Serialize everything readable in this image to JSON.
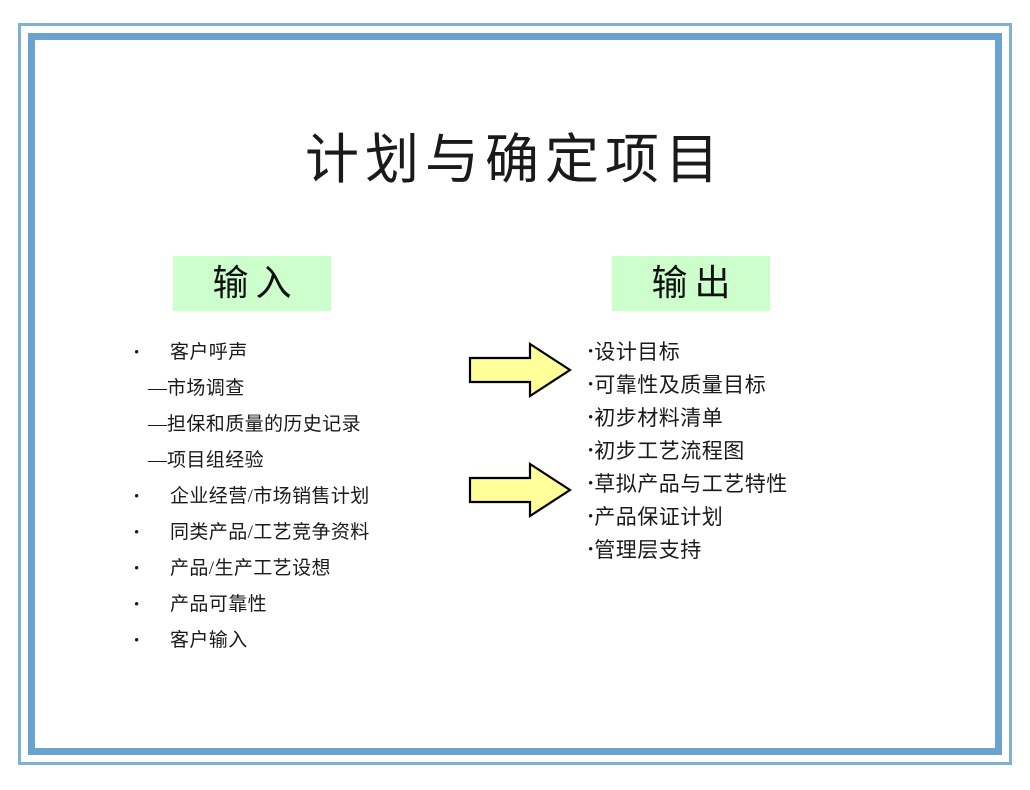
{
  "slide": {
    "title": "计划与确定项目",
    "frame_color": "#6ba3d0",
    "background": "#ffffff"
  },
  "input_column": {
    "header": "输入",
    "header_bg": "#ccffcc",
    "items": [
      {
        "marker": "•",
        "text": "客户呼声",
        "style": "bullet"
      },
      {
        "marker": "—",
        "text": "市场调查",
        "style": "dash"
      },
      {
        "marker": "—",
        "text": "担保和质量的历史记录",
        "style": "dash"
      },
      {
        "marker": "—",
        "text": "项目组经验",
        "style": "dash"
      },
      {
        "marker": "•",
        "text": "企业经营/市场销售计划",
        "style": "bullet"
      },
      {
        "marker": "•",
        "text": "同类产品/工艺竞争资料",
        "style": "bullet"
      },
      {
        "marker": "•",
        "text": "产品/生产工艺设想",
        "style": "bullet"
      },
      {
        "marker": "•",
        "text": "产品可靠性",
        "style": "bullet"
      },
      {
        "marker": "•",
        "text": "客户输入",
        "style": "bullet"
      }
    ]
  },
  "output_column": {
    "header": "输出",
    "header_bg": "#ccffcc",
    "items": [
      {
        "marker": "•",
        "text": "设计目标"
      },
      {
        "marker": "•",
        "text": "可靠性及质量目标"
      },
      {
        "marker": "•",
        "text": "初步材料清单"
      },
      {
        "marker": "•",
        "text": "初步工艺流程图"
      },
      {
        "marker": "•",
        "text": "草拟产品与工艺特性"
      },
      {
        "marker": "•",
        "text": "产品保证计划"
      },
      {
        "marker": "•",
        "text": "管理层支持"
      }
    ]
  },
  "arrows": {
    "fill": "#ffff99",
    "stroke": "#000000",
    "count": 2,
    "direction": "right"
  }
}
